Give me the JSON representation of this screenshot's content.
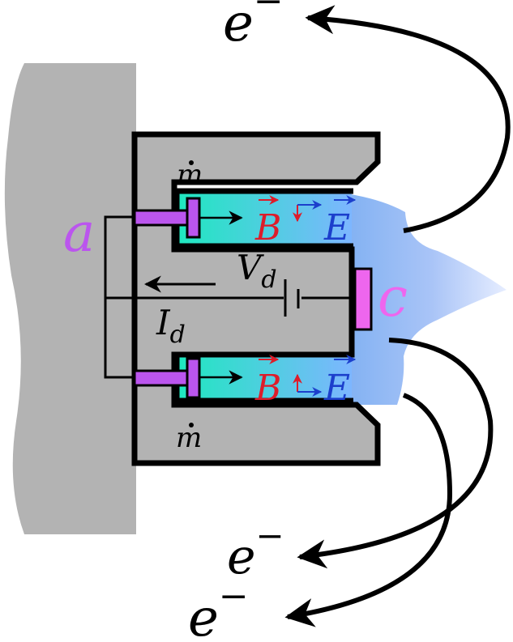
{
  "labels": {
    "electron": "e",
    "electron_sup": "−",
    "anode": "a",
    "cathode": "c",
    "mass_flow": "m",
    "voltage_main": "V",
    "voltage_sub": "d",
    "current_main": "I",
    "current_sub": "d",
    "field_b": "B",
    "field_e": "E"
  },
  "colors": {
    "wall": "#b3b3b3",
    "thruster_body": "#b3b3b3",
    "outline": "#000000",
    "anode": "#bb55ee",
    "cathode": "#ee66ee",
    "channel_start": "#20e8c0",
    "channel_end": "#7ab8ff",
    "plume": "#8fb8f5",
    "b_field": "#dd1c2a",
    "e_field": "#1c3fcc"
  }
}
